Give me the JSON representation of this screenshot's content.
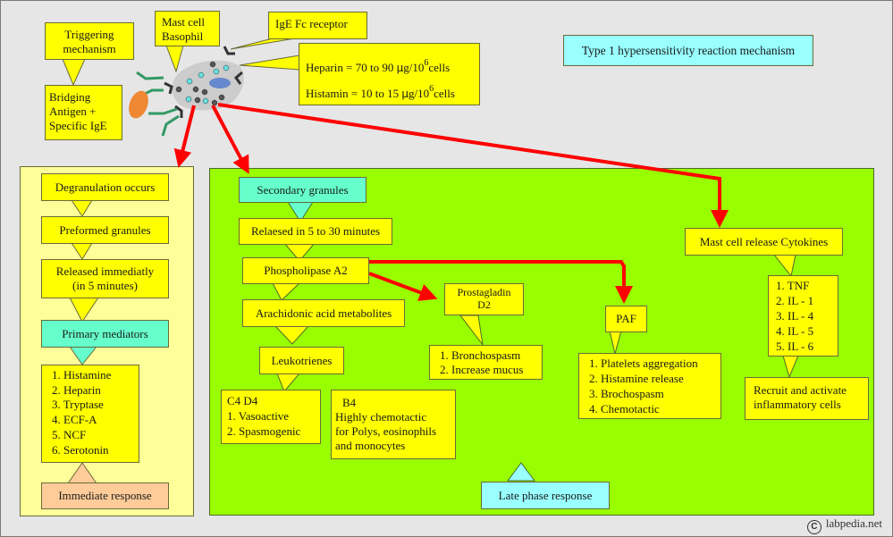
{
  "title": "Type 1 hypersensitivity reaction mechanism",
  "top": {
    "triggering": "Triggering mechanism",
    "triggering_lines": [
      "Triggering",
      "mechanism"
    ],
    "bridging_lines": [
      "Bridging",
      "Antigen +",
      "Specific IgE"
    ],
    "mast_lines": [
      "Mast cell",
      "Basophil"
    ],
    "receptor": "IgE Fc receptor",
    "heparin": {
      "label": "Heparin = 70 to 90 ",
      "unit_mu": "µ",
      "unit_rest": "g/10",
      "exp": "6",
      "suffix": "cells"
    },
    "histamin": {
      "label": "Histamin = 10 to 15 ",
      "unit_mu": "µ",
      "unit_rest": "g/10",
      "exp": "6",
      "suffix": "cells"
    }
  },
  "left_panel": {
    "degranulation": "Degranulation occurs",
    "preformed": "Preformed granules",
    "released_lines": [
      "Released  immediatly",
      "(in 5 minutes)"
    ],
    "primary": "Primary mediators",
    "mediators": [
      "1. Histamine",
      "2. Heparin",
      "3. Tryptase",
      "4. ECF-A",
      "5. NCF",
      "6. Serotonin"
    ],
    "immediate": "Immediate response"
  },
  "right_panel": {
    "secondary": "Secondary granules",
    "released": "Relaesed in 5 to 30 minutes",
    "phospholipase": "Phospholipase A2",
    "arachidonic": "Arachidonic acid metabolites",
    "leukotrienes": "Leukotrienes",
    "c4d4": {
      "title": "C4  D4",
      "items": [
        "1. Vasoactive",
        "2. Spasmogenic"
      ]
    },
    "b4": {
      "title": "B4",
      "lines": [
        "Highly chemotactic",
        "for Polys, eosinophils",
        "and monocytes"
      ]
    },
    "prostaglandin_lines": [
      "Prostagladin",
      "D2"
    ],
    "prostaglandin_effects": [
      "1. Bronchospasm",
      "2. Increase mucus"
    ],
    "paf": "PAF",
    "paf_effects": [
      "1. Platelets aggregation",
      "2. Histamine release",
      "3. Brochospasm",
      "4. Chemotactic"
    ],
    "cytokines": "Mast cell release Cytokines",
    "cytokine_list": [
      "1. TNF",
      "2. IL - 1",
      "3. IL - 4",
      "4. IL - 5",
      "5. IL - 6"
    ],
    "recruit_lines": [
      "Recruit and activate",
      "inflammatory cells"
    ],
    "late": "Late phase response"
  },
  "footer": {
    "copyright_symbol": "C",
    "site": "labpedia.net"
  },
  "colors": {
    "arrow": "#ff0000",
    "yellow": "#ffff00",
    "green_panel": "#99ff00",
    "left_panel": "#ffff99"
  }
}
